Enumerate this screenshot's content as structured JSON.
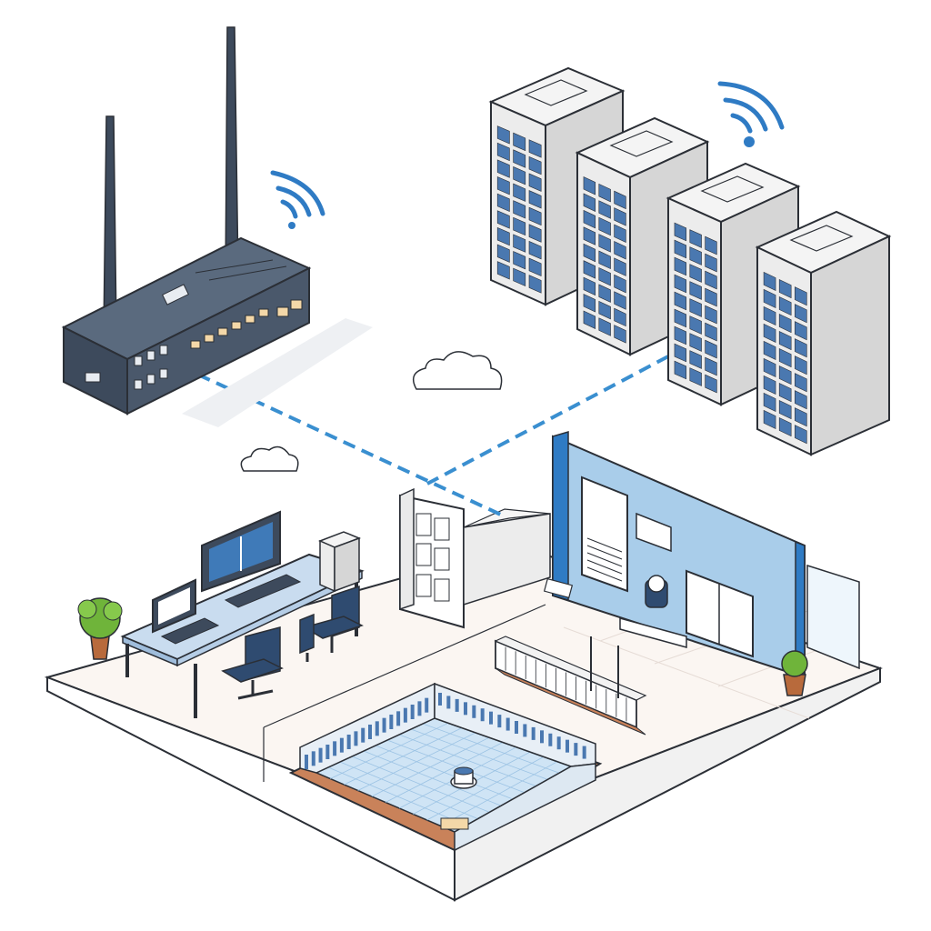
{
  "colors": {
    "background": "#ffffff",
    "outline": "#2b2f36",
    "router_body": "#3d4a5c",
    "router_top": "#5a6a7e",
    "server_face": "#ececec",
    "server_side": "#d6d6d6",
    "server_top": "#f4f4f4",
    "slot_blue": "#4a78b0",
    "wifi_blue": "#2f7bc4",
    "link_blue": "#3a8fd0",
    "wall_blue": "#a9cdea",
    "floor": "#fbf6f2",
    "floor_tile": "#f3ece8",
    "desk_top": "#c9dcef",
    "chair": "#2f4b70",
    "plant_leaf": "#6fb43a",
    "pot": "#b86a3c",
    "pool_water": "#cfe4f5",
    "pool_rim": "#c9825a"
  },
  "icons": {
    "router": "wireless-router-icon",
    "servers": "server-tower-icon",
    "wifi": "wifi-signal-icon",
    "cloud": "cloud-icon",
    "plant": "potted-plant-icon"
  },
  "elements": {
    "server_count": 4,
    "router_antenna_count": 2,
    "wifi_signal_count": 2,
    "cloud_count": 2,
    "link_count": 2,
    "desk_monitor_count": 2,
    "chair_count": 3,
    "plant_count": 2
  }
}
